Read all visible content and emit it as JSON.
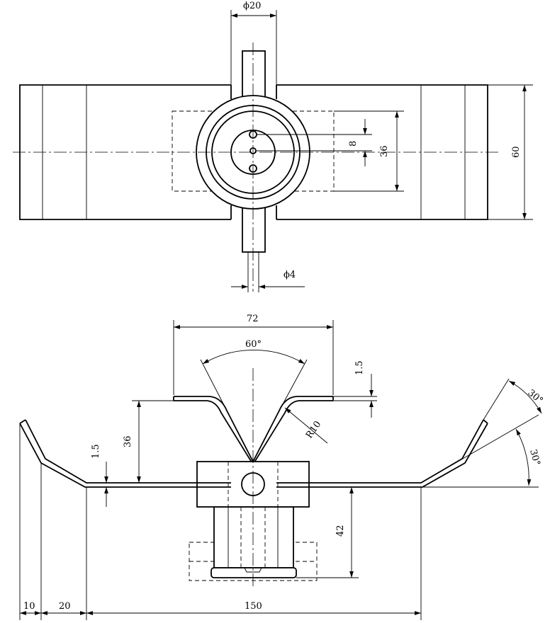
{
  "dimensions": {
    "top_diameter_shaft": "ϕ20",
    "top_slot_pitch": "8",
    "top_dashed_width": "36",
    "top_blade_width": "60",
    "top_pin_diameter": "ϕ4",
    "bottom_cup_width": "72",
    "bottom_cone_angle": "60°",
    "bottom_sheet_thickness_upper": "1.5",
    "bottom_bend_radius": "R10",
    "bottom_cup_height": "36",
    "bottom_sheet_thickness_lower": "1.5",
    "bottom_tip_angle_upper": "30°",
    "bottom_tip_angle_lower": "30°",
    "bottom_hub_height": "42",
    "bottom_len_10": "10",
    "bottom_len_20": "20",
    "bottom_len_150": "150"
  }
}
